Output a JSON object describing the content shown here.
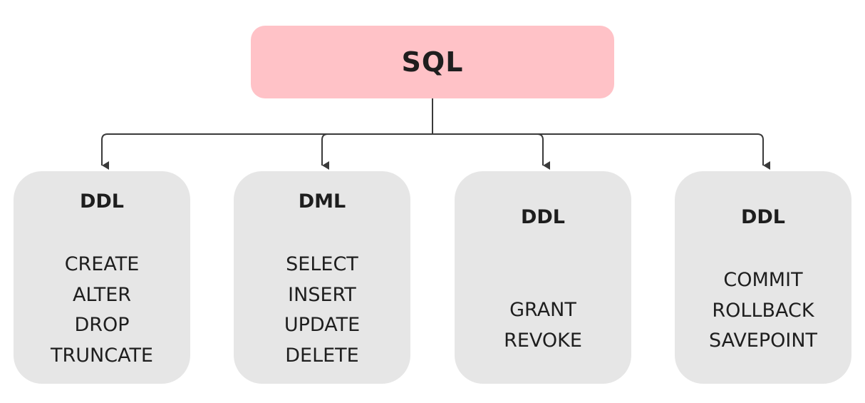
{
  "colors": {
    "root_fill": "#ffc2c7",
    "child_fill": "#e6e6e6",
    "line": "#3a3a3a"
  },
  "root": {
    "label": "SQL"
  },
  "children": [
    {
      "title": "DDL",
      "items": [
        "CREATE",
        "ALTER",
        "DROP",
        "TRUNCATE"
      ]
    },
    {
      "title": "DML",
      "items": [
        "SELECT",
        "INSERT",
        "UPDATE",
        "DELETE"
      ]
    },
    {
      "title": "DDL",
      "items": [
        "GRANT",
        "REVOKE"
      ]
    },
    {
      "title": "DDL",
      "items": [
        "COMMIT",
        "ROLLBACK",
        "SAVEPOINT"
      ]
    }
  ]
}
